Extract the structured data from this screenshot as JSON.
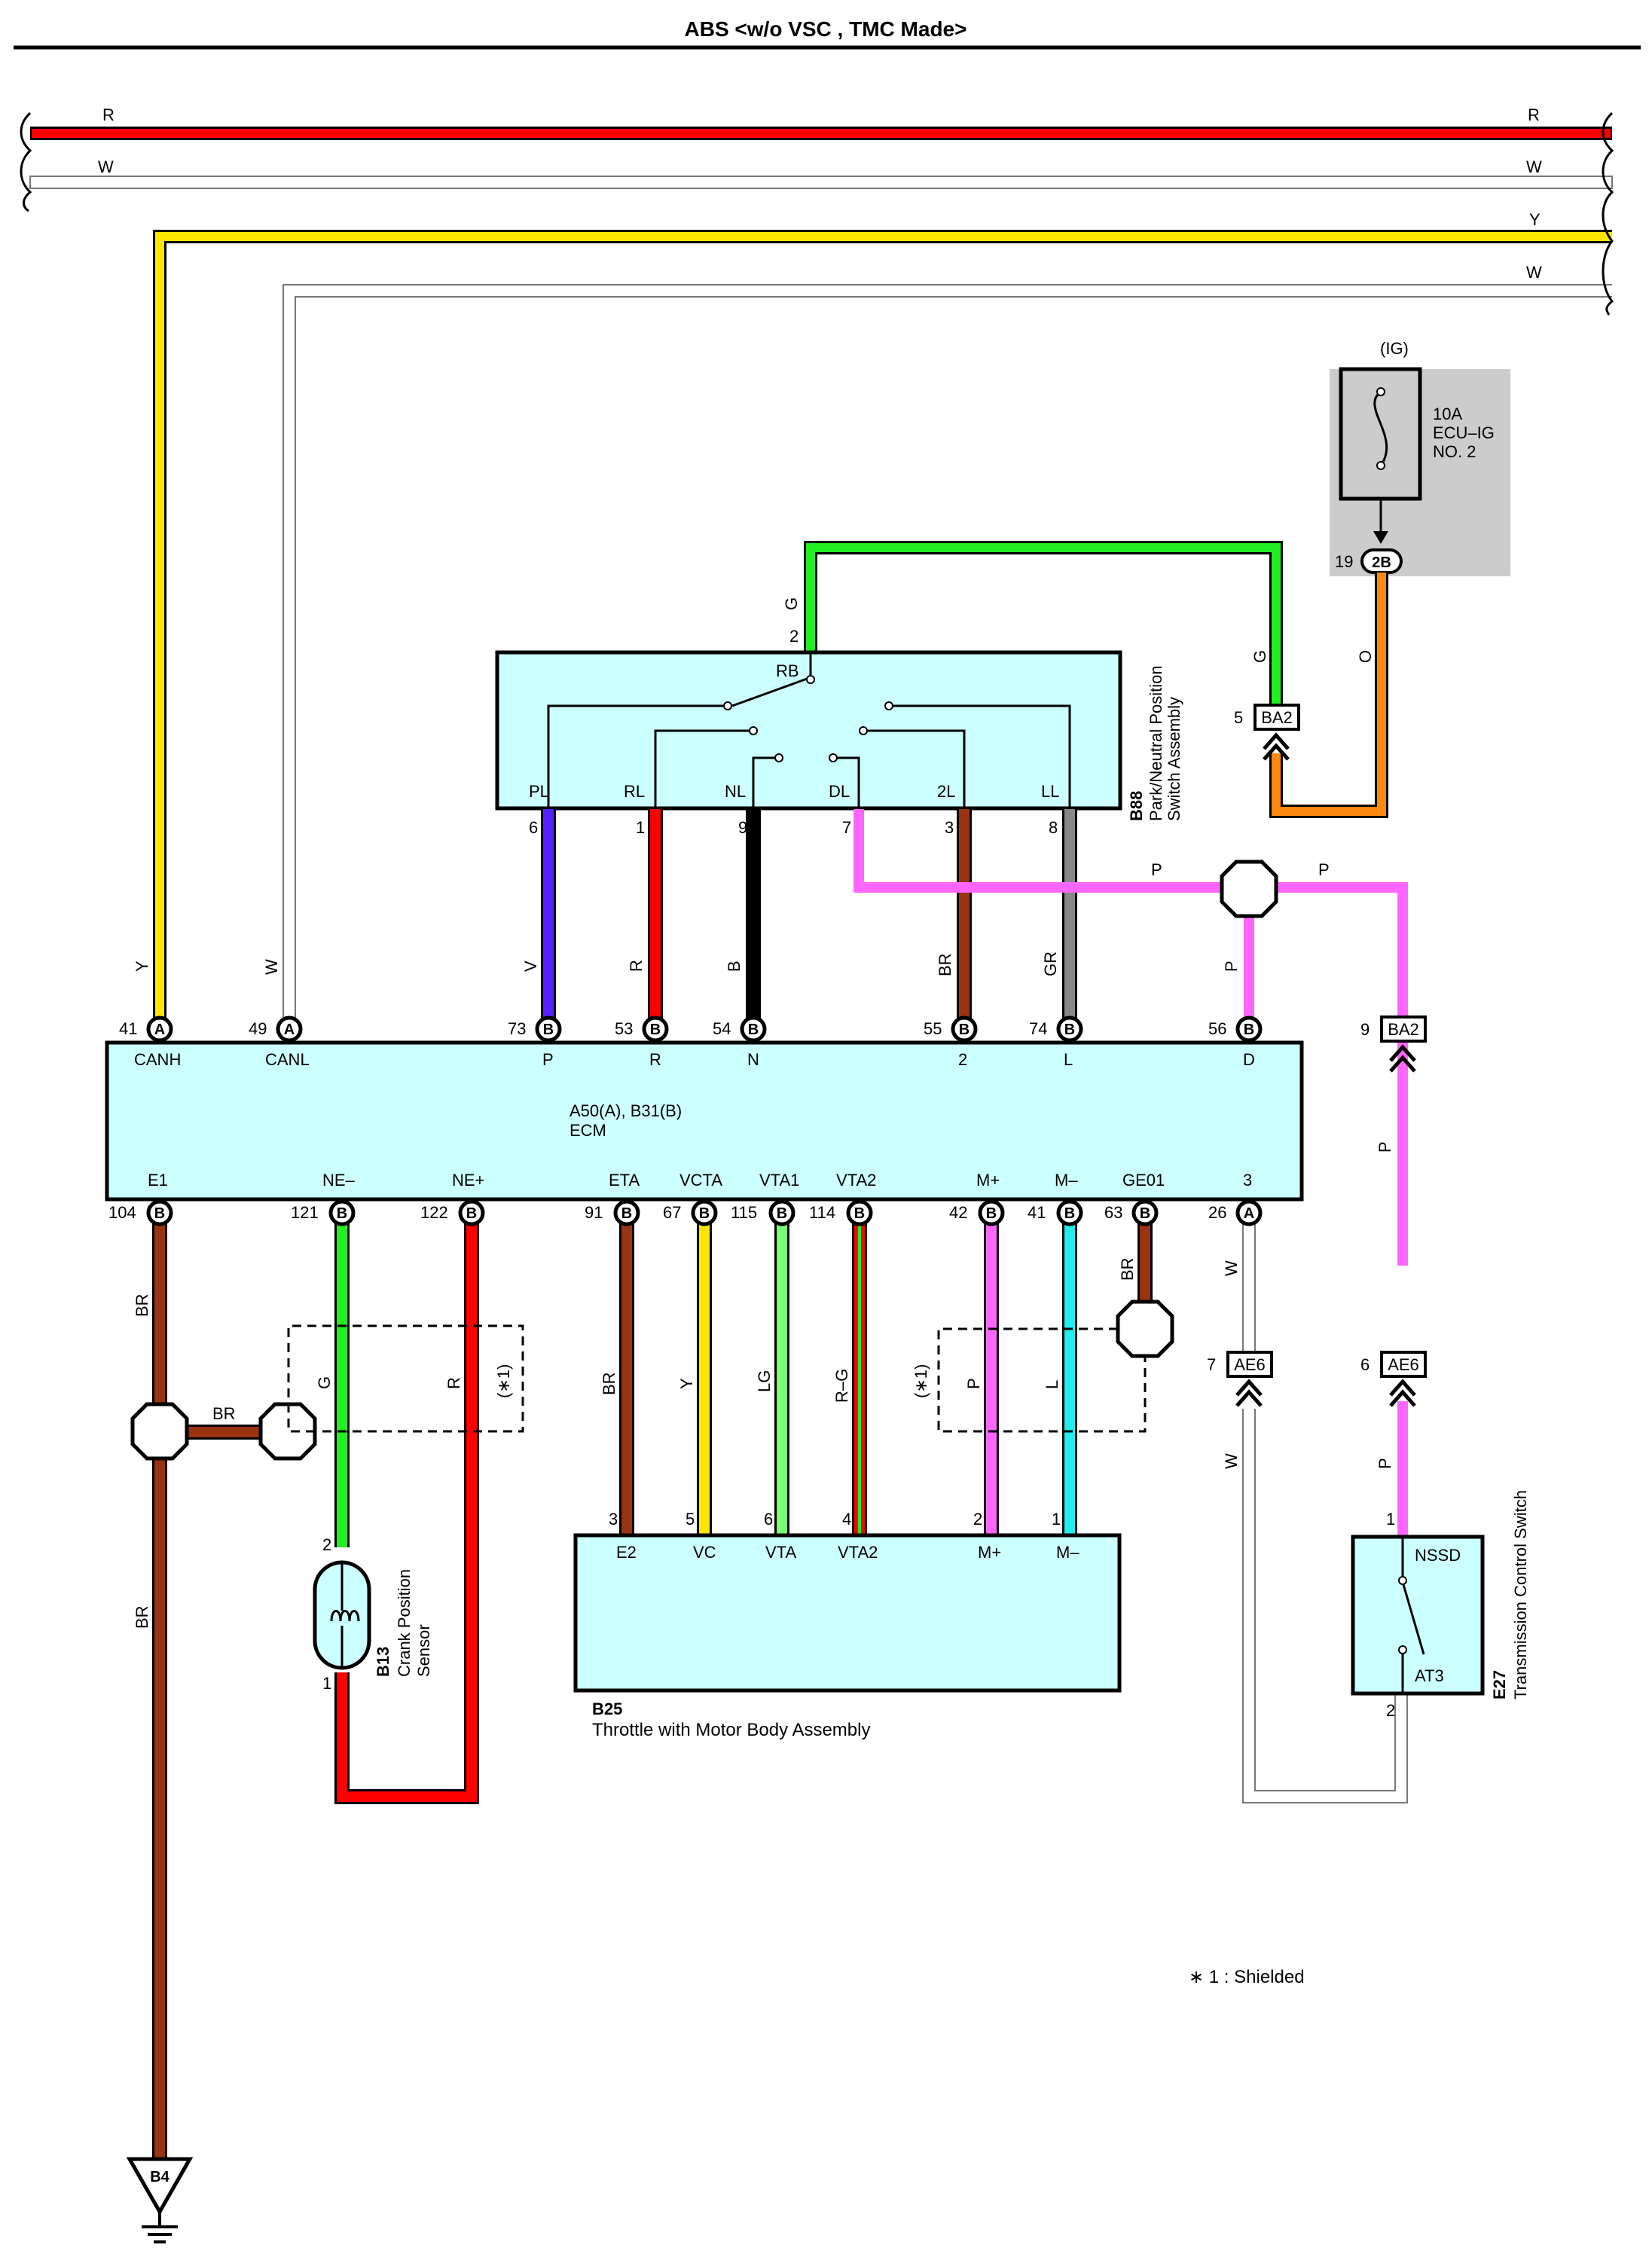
{
  "title": "ABS <w/o VSC , TMC Made>",
  "colors": {
    "R": "#ff0000",
    "W": "#ffffff",
    "Y": "#ffe600",
    "G": "#22ee22",
    "V": "#5522ff",
    "B": "#000000",
    "BR": "#993311",
    "GR": "#888888",
    "P": "#ff66ff",
    "O": "#ff8811",
    "LG": "#77ff77",
    "L": "#22eeee",
    "box": "#ccffff",
    "fuse_bg": "#cccccc"
  },
  "top_wires": {
    "r_left": "R",
    "r_right": "R",
    "w_left": "W",
    "w_right": "W",
    "y_right": "Y",
    "w2_right": "W"
  },
  "fuse": {
    "ig": "(IG)",
    "rating": "10A",
    "name1": "ECU–IG",
    "name2": "NO. 2",
    "pin": "19",
    "connector": "2B",
    "wire_o": "O"
  },
  "ba2_top": {
    "pin": "5",
    "label": "BA2",
    "wire_g": "G"
  },
  "pnp": {
    "code": "B88",
    "name1": "Park/Neutral Position",
    "name2": "Switch Assembly",
    "rb": "RB",
    "pin_g": "2",
    "wire_g": "G",
    "terms": [
      "PL",
      "RL",
      "NL",
      "DL",
      "2L",
      "LL"
    ],
    "pins": [
      "6",
      "1",
      "9",
      "7",
      "3",
      "8"
    ]
  },
  "ecm": {
    "name1": "A50(A), B31(B)",
    "name2": "ECM",
    "top_terms": [
      "CANH",
      "CANL",
      "P",
      "R",
      "N",
      "2",
      "L",
      "D"
    ],
    "top_pins": [
      "41",
      "49",
      "73",
      "53",
      "54",
      "55",
      "74",
      "56"
    ],
    "top_conn": [
      "A",
      "A",
      "B",
      "B",
      "B",
      "B",
      "B",
      "B"
    ],
    "top_wires": [
      "Y",
      "W",
      "V",
      "R",
      "B",
      "BR",
      "GR",
      "P"
    ],
    "bot_terms": [
      "E1",
      "NE–",
      "NE+",
      "ETA",
      "VCTA",
      "VTA1",
      "VTA2",
      "M+",
      "M–",
      "GE01",
      "3"
    ],
    "bot_pins": [
      "104",
      "121",
      "122",
      "91",
      "67",
      "115",
      "114",
      "42",
      "41",
      "63",
      "26"
    ],
    "bot_conn": [
      "B",
      "B",
      "B",
      "B",
      "B",
      "B",
      "B",
      "B",
      "B",
      "B",
      "A"
    ]
  },
  "wire_p_labels": [
    "P",
    "P",
    "P"
  ],
  "ba2_right": {
    "pin": "9",
    "label": "BA2",
    "wire": "P"
  },
  "ae6": {
    "left_pin": "7",
    "right_pin": "6",
    "label": "AE6",
    "wire_w": "W",
    "wire_p": "P"
  },
  "lower_wire_labels": {
    "e1": "BR",
    "e1_low": "BR",
    "splice_br": "BR",
    "ne_minus": "G",
    "ne_plus": "R",
    "eta": "BR",
    "vcta": "Y",
    "vta1": "LG",
    "vta2": "R–G",
    "m_plus": "P",
    "m_minus": "L",
    "ge01": "BR",
    "ecm3": "W",
    "ecm3_low": "W"
  },
  "shield_marks": [
    "(∗1)",
    "(∗1)"
  ],
  "crank": {
    "code": "B13",
    "name1": "Crank Position",
    "name2": "Sensor",
    "pin_top": "2",
    "pin_bot": "1"
  },
  "throttle": {
    "code": "B25",
    "name": "Throttle with Motor Body Assembly",
    "terms": [
      "E2",
      "VC",
      "VTA",
      "VTA2",
      "M+",
      "M–"
    ],
    "pins": [
      "3",
      "5",
      "6",
      "4",
      "2",
      "1"
    ]
  },
  "tcs": {
    "code": "E27",
    "name": "Transmission Control Switch",
    "t_top": "NSSD",
    "t_bot": "AT3",
    "pin_top": "1",
    "pin_bot": "2"
  },
  "ground": "B4",
  "note": "∗ 1 : Shielded"
}
